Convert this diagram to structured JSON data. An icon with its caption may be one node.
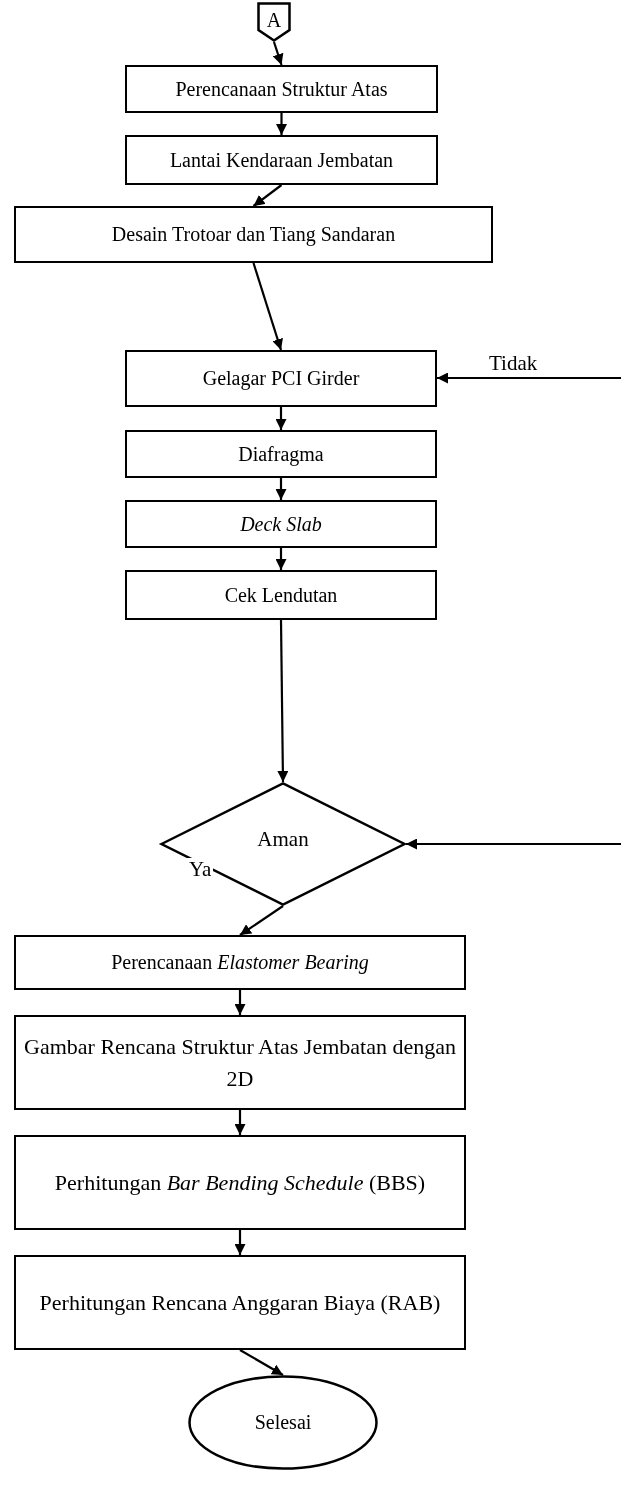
{
  "diagram": {
    "nodes": [
      {
        "text": [
          "A"
        ]
      },
      {
        "text": [
          "Perencanaan Struktur Atas"
        ]
      },
      {
        "text": [
          "Lantai Kendaraan Jembatan"
        ]
      },
      {
        "text": [
          "Desain Trotoar dan Tiang Sandaran"
        ]
      },
      {
        "text": [
          "Gelagar PCI Girder"
        ]
      },
      {
        "text": [
          "Diafragma"
        ]
      },
      {
        "text": [
          "Deck Slab"
        ]
      },
      {
        "text": [
          "Cek Lendutan"
        ]
      },
      {
        "text": [
          "Aman"
        ]
      },
      {
        "text": [
          "Perencanaan *Elastomer Bearing*"
        ]
      },
      {
        "text": [
          "Gambar Rencana Struktur Atas Jembatan dengan 2D"
        ]
      },
      {
        "text": [
          "Perhitungan *Bar Bending Schedule* (BBS)"
        ]
      },
      {
        "text": [
          "Perhitungan Rencana Anggaran Biaya (RAB)"
        ]
      },
      {
        "text": [
          "Selesai"
        ]
      }
    ],
    "edges": [
      {
        "from": 0,
        "to": 1,
        "arrow": "to"
      },
      {
        "from": 1,
        "to": 2,
        "arrow": "to"
      },
      {
        "from": 2,
        "to": 3,
        "arrow": "to"
      },
      {
        "from": 3,
        "to": 4,
        "arrow": "to"
      },
      {
        "from": null,
        "to": 4,
        "arrow": "to",
        "label": "Tidak"
      },
      {
        "from": 4,
        "to": 5,
        "arrow": "to"
      },
      {
        "from": 5,
        "to": 6,
        "arrow": "to"
      },
      {
        "from": 6,
        "to": 7,
        "arrow": "to"
      },
      {
        "from": 7,
        "to": 8,
        "arrow": "to"
      },
      {
        "from": null,
        "to": 8,
        "arrow": "to"
      },
      {
        "from": 8,
        "to": 9,
        "arrow": "to",
        "label": "Ya"
      },
      {
        "from": 9,
        "to": 10,
        "arrow": "to"
      },
      {
        "from": 10,
        "to": 11,
        "arrow": "to"
      },
      {
        "from": 11,
        "to": 12,
        "arrow": "to"
      },
      {
        "from": 12,
        "to": 13,
        "arrow": "to"
      }
    ]
  }
}
